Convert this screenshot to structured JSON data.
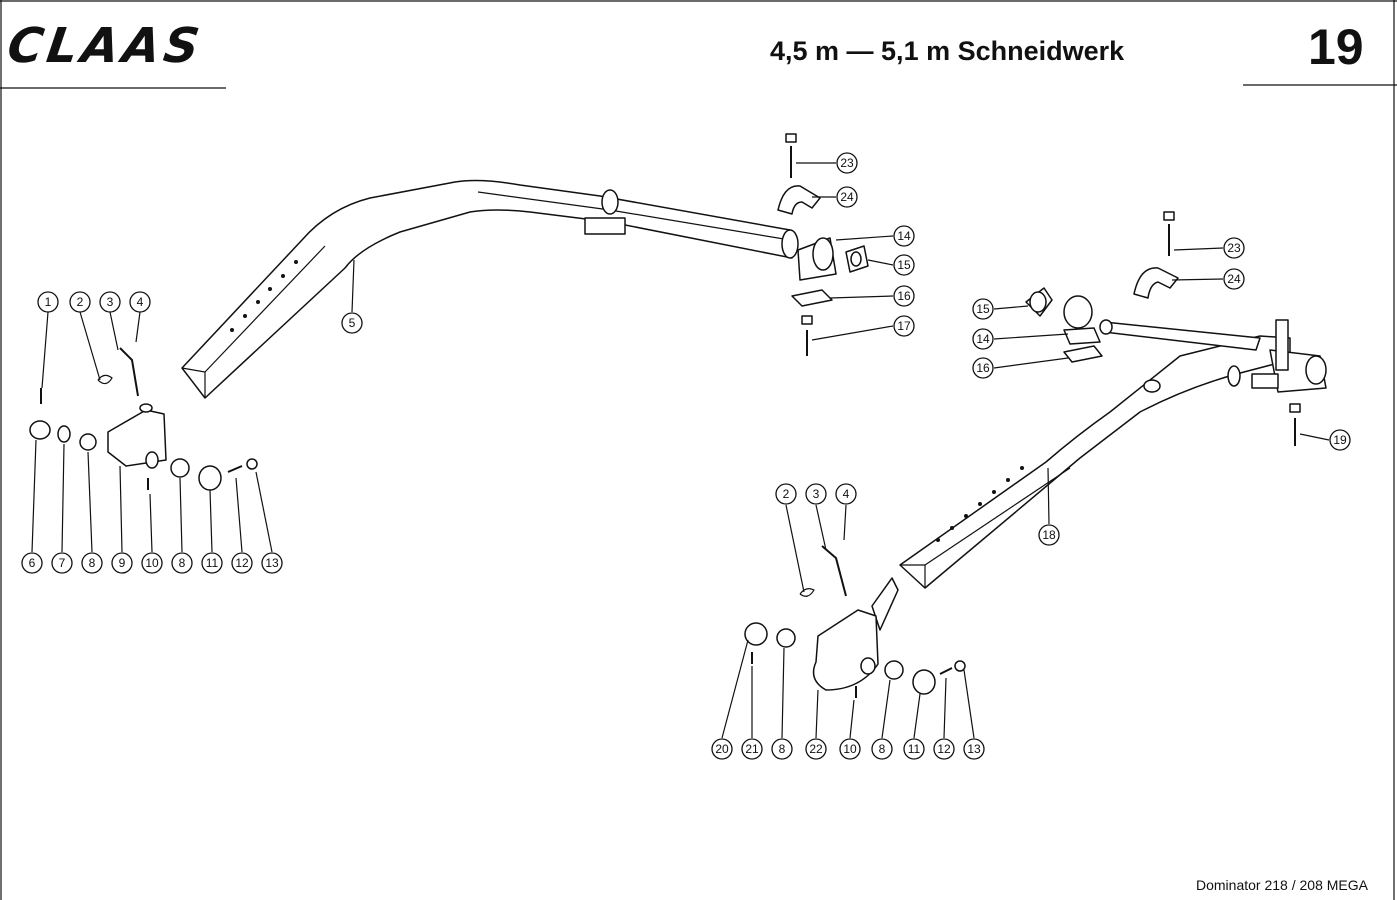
{
  "header": {
    "brand": "CLAAS",
    "title": "4,5 m — 5,1 m Schneidwerk",
    "page_number": "19"
  },
  "footer": {
    "model": "Dominator 218 / 208 MEGA"
  },
  "callouts": {
    "left_assembly": [
      "1",
      "2",
      "3",
      "4",
      "5",
      "6",
      "7",
      "8",
      "9",
      "10",
      "8",
      "11",
      "12",
      "13"
    ],
    "left_top": [
      "23",
      "24",
      "14",
      "15",
      "16",
      "17"
    ],
    "right_assembly": [
      "23",
      "24",
      "15",
      "14",
      "16",
      "19",
      "18",
      "2",
      "3",
      "4"
    ],
    "right_bottom": [
      "20",
      "21",
      "8",
      "22",
      "10",
      "8",
      "11",
      "12",
      "13"
    ]
  }
}
